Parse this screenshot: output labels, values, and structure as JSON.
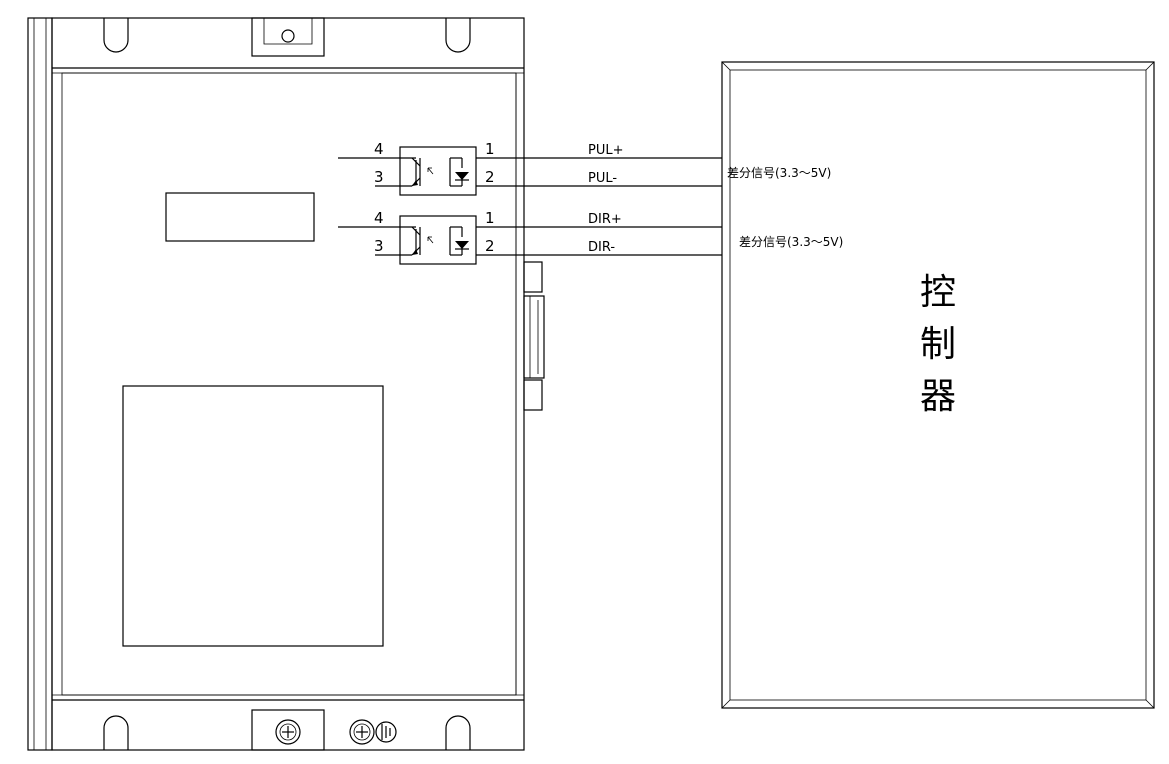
{
  "driver": {
    "channels": [
      {
        "pins": {
          "p4": "4",
          "p3": "3",
          "p1": "1",
          "p2": "2"
        },
        "wire_pos": "PUL+",
        "wire_neg": "PUL-",
        "signal": "差分信号(3.3～5V)"
      },
      {
        "pins": {
          "p4": "4",
          "p3": "3",
          "p1": "1",
          "p2": "2"
        },
        "wire_pos": "DIR+",
        "wire_neg": "DIR-",
        "signal": "差分信号(3.3～5V)"
      }
    ]
  },
  "controller": {
    "label_chars": [
      "控",
      "制",
      "器"
    ]
  }
}
